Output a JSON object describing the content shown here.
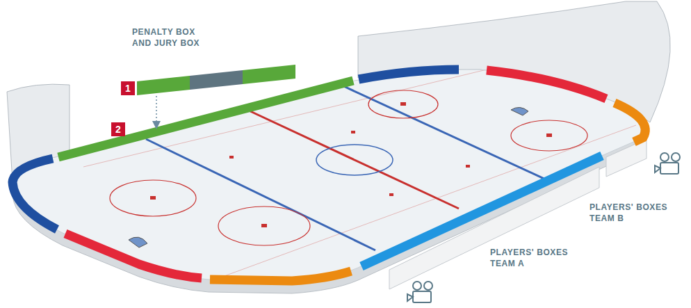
{
  "diagram": {
    "nodes": [
      {
        "text": [
          "1"
        ]
      },
      {
        "text": [
          "2"
        ]
      }
    ],
    "labels": [
      "PENALTY BOX AND JURY BOX",
      "PLAYERS' BOXES TEAM B",
      "PLAYERS' BOXES TEAM A"
    ]
  }
}
